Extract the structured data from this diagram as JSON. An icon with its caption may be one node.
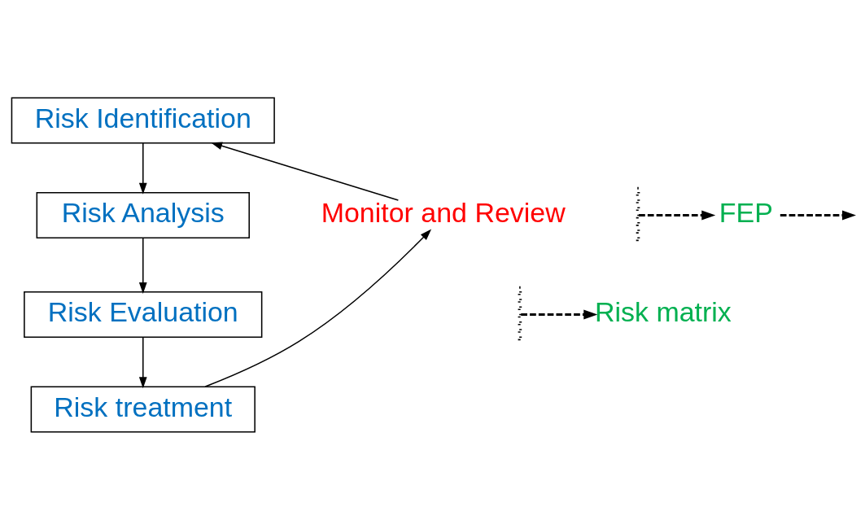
{
  "diagram": {
    "nodes": [
      {
        "text": [
          "Risk Identification"
        ]
      },
      {
        "text": [
          "Risk Analysis"
        ]
      },
      {
        "text": [
          "Risk Evaluation"
        ]
      },
      {
        "text": [
          "Risk treatment"
        ]
      },
      {
        "text": [
          "Monitor and Review"
        ]
      },
      {
        "text": [
          "FEP"
        ]
      },
      {
        "text": [
          "Risk matrix"
        ]
      }
    ],
    "edges": [
      {
        "from": 0,
        "to": 1,
        "arrow": "to"
      },
      {
        "from": 1,
        "to": 2,
        "arrow": "to"
      },
      {
        "from": 2,
        "to": 3,
        "arrow": "to"
      },
      {
        "from": 3,
        "to": 4,
        "arrow": "to"
      },
      {
        "from": 4,
        "to": 0,
        "arrow": "to"
      },
      {
        "from": null,
        "to": 5,
        "arrow": "to",
        "style": "dashed"
      },
      {
        "from": 5,
        "to": null,
        "arrow": "to",
        "style": "dashed"
      },
      {
        "from": null,
        "to": 6,
        "arrow": "to",
        "style": "dashed"
      }
    ]
  }
}
